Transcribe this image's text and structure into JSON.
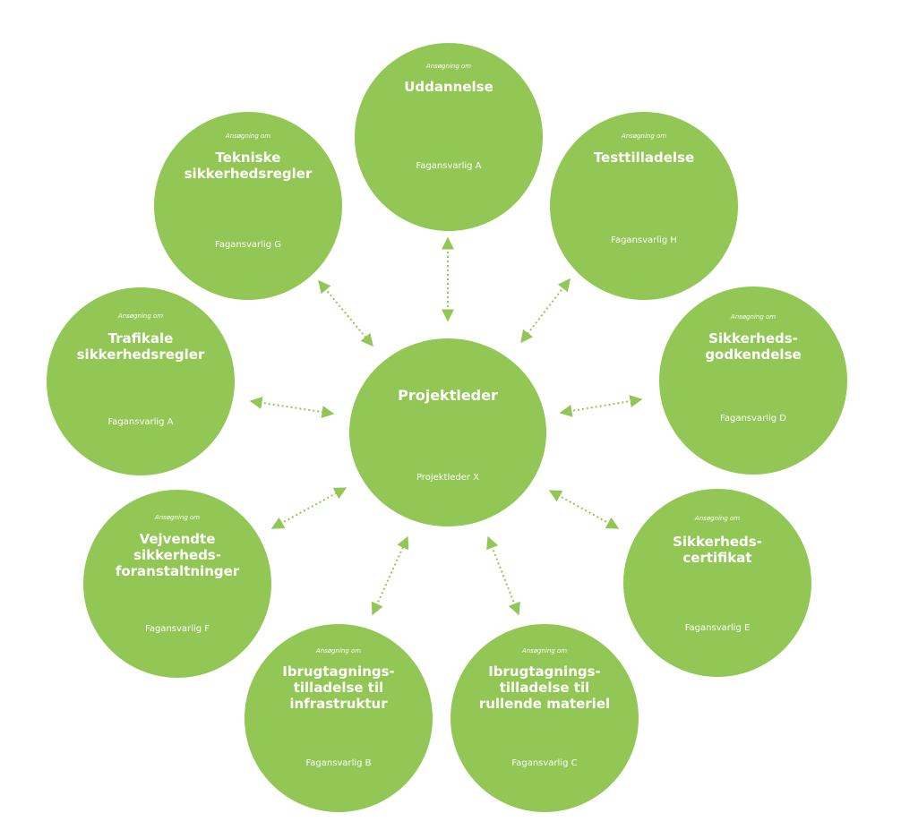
{
  "center": {
    "title": "Projektleder",
    "owner": "Projektleder X"
  },
  "nodes": [
    {
      "pre": "Ansøgning om",
      "title": "Uddannelse",
      "owner": "Fagansvarlig A"
    },
    {
      "pre": "Ansøgning om",
      "title": "Testtilladelse",
      "owner": "Fagansvarlig H"
    },
    {
      "pre": "Ansøgning om",
      "title": "Sikkerheds-\ngodkendelse",
      "owner": "Fagansvarlig D"
    },
    {
      "pre": "Ansøgning om",
      "title": "Sikkerheds-\ncertifikat",
      "owner": "Fagansvarlig E"
    },
    {
      "pre": "Ansøgning om",
      "title": "Ibrugtagnings-\ntilladelse til\nrullende materiel",
      "owner": "Fagansvarlig C"
    },
    {
      "pre": "Ansøgning om",
      "title": "Ibrugtagnings-\ntilladelse til\ninfrastruktur",
      "owner": "Fagansvarlig B"
    },
    {
      "pre": "Ansøgning om",
      "title": "Vejvendte\nsikkerheds-\nforanstaltninger",
      "owner": "Fagansvarlig F"
    },
    {
      "pre": "Ansøgning om",
      "title": "Trafikale\nsikkerhedsregler",
      "owner": "Fagansvarlig A"
    },
    {
      "pre": "Ansøgning om",
      "title": "Tekniske\nsikkerhedsregler",
      "owner": "Fagansvarlig G"
    }
  ],
  "colors": {
    "circle": "#92c755",
    "arrow": "#92c755"
  }
}
